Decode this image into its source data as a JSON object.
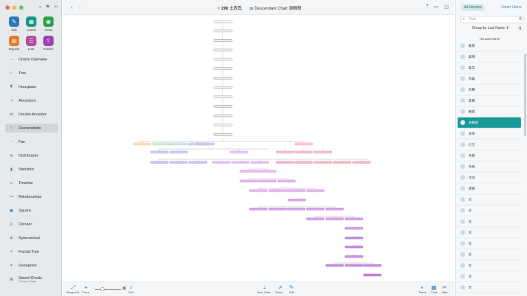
{
  "sidebar": {
    "tools": [
      {
        "label": "Edit",
        "icon": "pencil-icon",
        "color": "#2a7ab5",
        "glyph": "✎"
      },
      {
        "label": "Charts",
        "icon": "charts-icon",
        "color": "#159489",
        "glyph": "▦"
      },
      {
        "label": "Views",
        "icon": "eye-icon",
        "color": "#2ba14a",
        "glyph": "◉"
      },
      {
        "label": "Reports",
        "icon": "reports-icon",
        "color": "#e07a26",
        "glyph": "▤"
      },
      {
        "label": "Lists",
        "icon": "lists-icon",
        "color": "#b24a9c",
        "glyph": "☰"
      },
      {
        "label": "Publish",
        "icon": "publish-icon",
        "color": "#9b3fb4",
        "glyph": "⇪"
      }
    ],
    "nav": [
      {
        "label": "Charts Overview",
        "icon": "charts-overview-icon"
      },
      {
        "label": "Tree",
        "icon": "tree-icon"
      },
      {
        "label": "Hourglass",
        "icon": "hourglass-icon"
      },
      {
        "label": "Ancestors",
        "icon": "ancestors-icon"
      },
      {
        "label": "Double Ancestor",
        "icon": "double-ancestor-icon"
      },
      {
        "label": "Descendants",
        "icon": "descendants-icon",
        "active": true
      },
      {
        "label": "Fan",
        "icon": "fan-icon"
      },
      {
        "label": "Distribution",
        "icon": "distribution-icon"
      },
      {
        "label": "Statistics",
        "icon": "statistics-icon"
      },
      {
        "label": "Timeline",
        "icon": "timeline-icon"
      },
      {
        "label": "Relationships",
        "icon": "relationships-icon"
      },
      {
        "label": "Square",
        "icon": "square-icon"
      },
      {
        "label": "Circular",
        "icon": "circular-icon"
      },
      {
        "label": "Symmetrical",
        "icon": "symmetrical-icon"
      },
      {
        "label": "Fractal Tree",
        "icon": "fractal-tree-icon"
      },
      {
        "label": "Genogram",
        "icon": "genogram-icon"
      },
      {
        "label": "Saved Charts",
        "icon": "saved-charts-icon",
        "sub": "0 Saved Charts"
      }
    ]
  },
  "topbar": {
    "count": "296 土方氏",
    "title": "Descendant Chart 源頼親"
  },
  "bottombar": {
    "buttons": [
      {
        "label": "Bring to Fit",
        "icon": "fit-icon",
        "glyph": "⤢"
      },
      {
        "label": "Focus",
        "icon": "focus-icon",
        "glyph": "⌖"
      },
      {
        "label": "Find",
        "icon": "find-icon",
        "glyph": "⌕"
      },
      {
        "label": "Save Chart...",
        "icon": "save-chart-icon",
        "glyph": "⤓"
      },
      {
        "label": "Share...",
        "icon": "share-icon",
        "glyph": "⇗"
      },
      {
        "label": "Edit",
        "icon": "edit-icon",
        "glyph": "✎"
      },
      {
        "label": "Theme",
        "icon": "theme-icon",
        "glyph": "◐"
      },
      {
        "label": "Chart",
        "icon": "chart-icon",
        "glyph": "▦"
      },
      {
        "label": "Style",
        "icon": "style-icon",
        "glyph": "✂"
      }
    ]
  },
  "rpanel": {
    "tab_all": "All Persons",
    "tab_smart": "Smart Filters",
    "search_placeholder": "Find",
    "group_by": "Group by Last Name",
    "section": "No Last Name",
    "persons": [
      {
        "name": "義家"
      },
      {
        "name": "義親"
      },
      {
        "name": "義忠"
      },
      {
        "name": "為義"
      },
      {
        "name": "為朝"
      },
      {
        "name": "義賢"
      },
      {
        "name": "頼政"
      },
      {
        "name": "源頼親",
        "selected": true
      },
      {
        "name": "光季"
      },
      {
        "name": "広元"
      },
      {
        "name": "氏助"
      },
      {
        "name": "氏長"
      },
      {
        "name": "治貞"
      },
      {
        "name": "康重"
      },
      {
        "name": "女"
      },
      {
        "name": "女"
      },
      {
        "name": "女"
      },
      {
        "name": "女"
      },
      {
        "name": "女"
      },
      {
        "name": "女"
      },
      {
        "name": "女"
      },
      {
        "name": "女"
      },
      {
        "name": "女"
      }
    ]
  },
  "colors": {
    "accent": "#169a98",
    "link": "#2a7ab5"
  }
}
